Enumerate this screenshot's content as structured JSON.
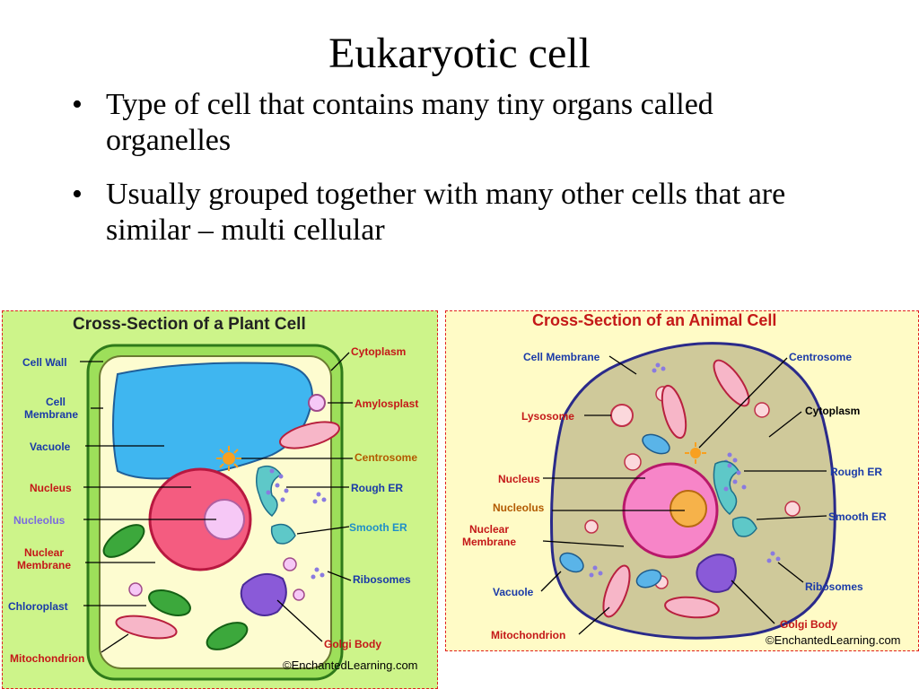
{
  "slide": {
    "title": "Eukaryotic cell",
    "bullets": [
      "Type of cell that contains many tiny organs called organelles",
      "Usually grouped together with many other cells that are similar – multi cellular"
    ]
  },
  "plant": {
    "title": "Cross-Section of a Plant Cell",
    "labels": {
      "cell_wall": "Cell Wall",
      "cell_membrane_1": "Cell",
      "cell_membrane_2": "Membrane",
      "vacuole": "Vacuole",
      "nucleus": "Nucleus",
      "nucleolus": "Nucleolus",
      "nuclear_membrane_1": "Nuclear",
      "nuclear_membrane_2": "Membrane",
      "chloroplast": "Chloroplast",
      "mitochondrion": "Mitochondrion",
      "cytoplasm": "Cytoplasm",
      "amylosplast": "Amylosplast",
      "centrosome": "Centrosome",
      "rough_er": "Rough ER",
      "smooth_er": "Smooth ER",
      "ribosomes": "Ribosomes",
      "golgi_body": "Golgi Body"
    },
    "copyright": "©EnchantedLearning.com"
  },
  "animal": {
    "title": "Cross-Section of an Animal Cell",
    "labels": {
      "cell_membrane": "Cell Membrane",
      "lysosome": "Lysosome",
      "nucleus": "Nucleus",
      "nucleolus": "Nucleolus",
      "nuclear_membrane_1": "Nuclear",
      "nuclear_membrane_2": "Membrane",
      "vacuole": "Vacuole",
      "mitochondrion": "Mitochondrion",
      "centrosome": "Centrosome",
      "cytoplasm": "Cytoplasm",
      "rough_er": "Rough ER",
      "smooth_er": "Smooth ER",
      "ribosomes": "Ribosomes",
      "golgi_body": "Golgi Body"
    },
    "copyright": "©EnchantedLearning.com"
  },
  "colors": {
    "plant_bg": "#cdf48a",
    "animal_bg": "#fffbc6",
    "cytoplasm_plant": "#fdfcd0",
    "cytoplasm_animal": "#cfc99a",
    "vacuole": "#3fb6f0",
    "nucleus": "#f45c80",
    "nucleolus": "#f6c8f6",
    "label_blue": "#1a3aa8",
    "label_red": "#c41818"
  }
}
